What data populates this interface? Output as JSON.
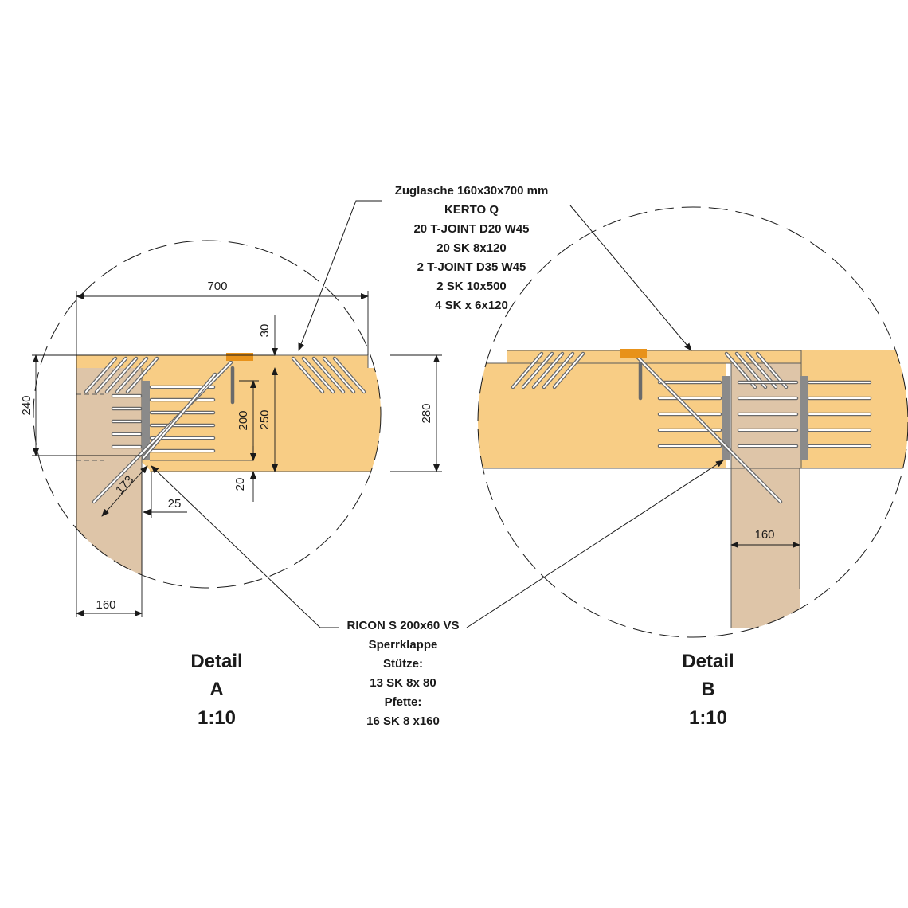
{
  "callouts": {
    "top": [
      "Zuglasche 160x30x700 mm",
      "KERTO Q",
      "20 T-JOINT D20 W45",
      "20 SK 8x120",
      "2 T-JOINT D35 W45",
      "2 SK 10x500",
      "4 SK x 6x120"
    ],
    "bottom": [
      "RICON S 200x60 VS",
      "Sperrklappe",
      "Stütze:",
      "13 SK 8x 80",
      "Pfette:",
      "16 SK 8 x160"
    ]
  },
  "detail_a": {
    "title": [
      "Detail",
      "A",
      "1:10"
    ],
    "dims": {
      "d700": "700",
      "d30": "30",
      "d240": "240",
      "d200": "200",
      "d250": "250",
      "d280": "280",
      "d20": "20",
      "d173": "173",
      "d25": "25",
      "d160": "160"
    }
  },
  "detail_b": {
    "title": [
      "Detail",
      "B",
      "1:10"
    ],
    "dims": {
      "d160": "160"
    }
  },
  "colors": {
    "timber": "#f8cd85",
    "post": "#dec5a8",
    "bracket": "#e8921a",
    "line": "#1a1a1a"
  }
}
